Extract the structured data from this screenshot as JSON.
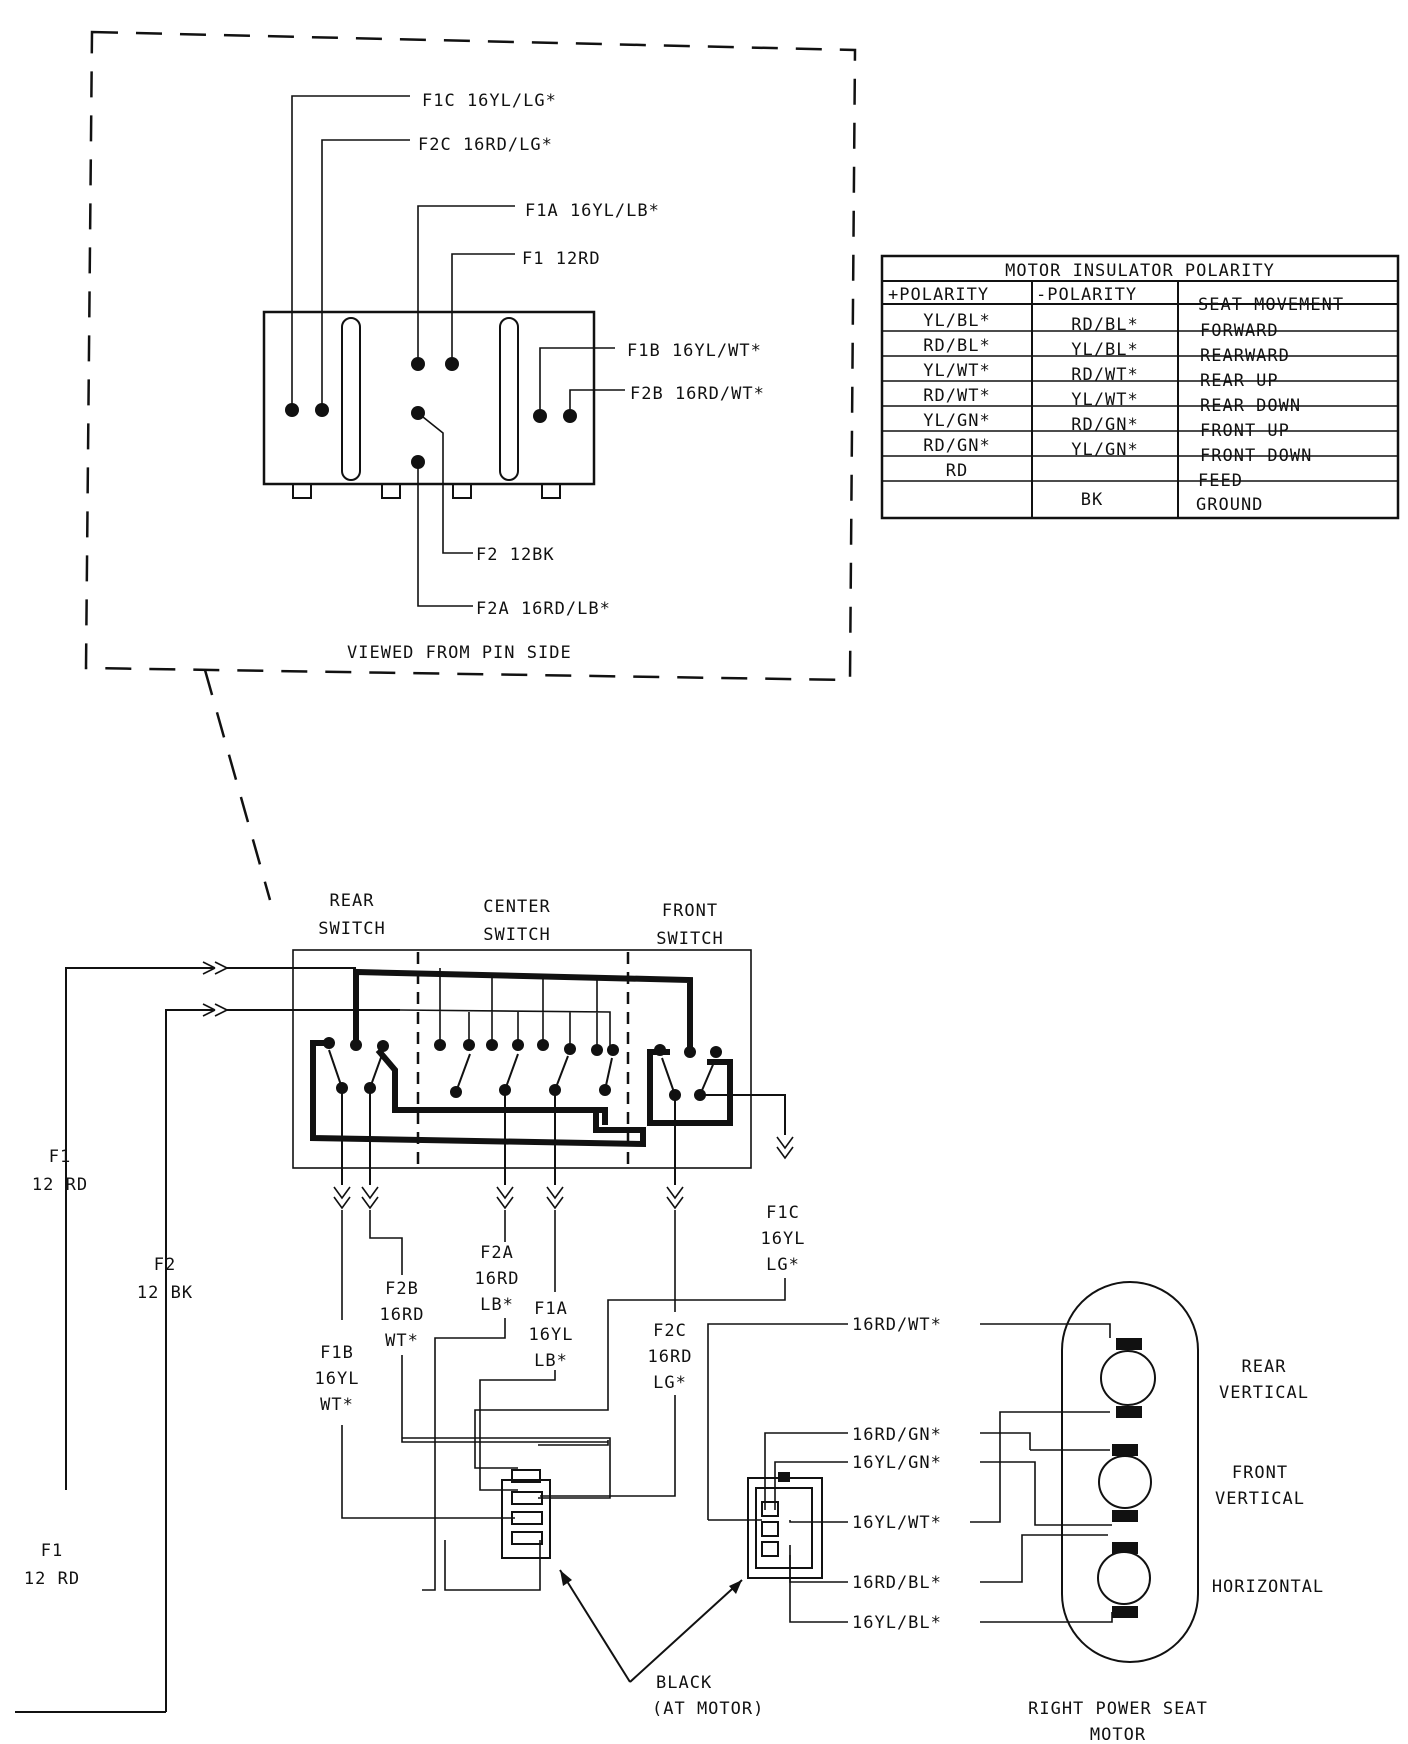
{
  "connector_view": {
    "labels": {
      "f1c": "F1C 16YL/LG*",
      "f2c": "F2C 16RD/LG*",
      "f1a": "F1A 16YL/LB*",
      "f1": "F1 12RD",
      "f1b": "F1B 16YL/WT*",
      "f2b": "F2B 16RD/WT*",
      "f2": "F2 12BK",
      "f2a": "F2A 16RD/LB*"
    },
    "caption": "VIEWED FROM PIN SIDE"
  },
  "polarity_table": {
    "title": "MOTOR INSULATOR POLARITY",
    "headers": [
      "+POLARITY",
      "-POLARITY",
      "SEAT MOVEMENT"
    ],
    "rows": [
      [
        "YL/BL*",
        "RD/BL*",
        "FORWARD"
      ],
      [
        "RD/BL*",
        "YL/BL*",
        "REARWARD"
      ],
      [
        "YL/WT*",
        "RD/WT*",
        "REAR UP"
      ],
      [
        "RD/WT*",
        "YL/WT*",
        "REAR DOWN"
      ],
      [
        "YL/GN*",
        "RD/GN*",
        "FRONT UP"
      ],
      [
        "RD/GN*",
        "YL/GN*",
        "FRONT DOWN"
      ],
      [
        "RD",
        "",
        "FEED"
      ],
      [
        "",
        "BK",
        "GROUND"
      ]
    ]
  },
  "switch": {
    "rear": [
      "REAR",
      "SWITCH"
    ],
    "center": [
      "CENTER",
      "SWITCH"
    ],
    "front": [
      "FRONT",
      "SWITCH"
    ]
  },
  "wires": {
    "f1_top": [
      "F1",
      "12 RD"
    ],
    "f2": [
      "F2",
      "12 BK"
    ],
    "f1_bottom": [
      "F1",
      "12 RD"
    ],
    "f1b": [
      "F1B",
      "16YL",
      "WT*"
    ],
    "f2b": [
      "F2B",
      "16RD",
      "WT*"
    ],
    "f2a": [
      "F2A",
      "16RD",
      "LB*"
    ],
    "f1a": [
      "F1A",
      "16YL",
      "LB*"
    ],
    "f2c": [
      "F2C",
      "16RD",
      "LG*"
    ],
    "f1c": [
      "F1C",
      "16YL",
      "LG*"
    ]
  },
  "motor_wires": {
    "rd_wt": "16RD/WT*",
    "rd_gn": "16RD/GN*",
    "yl_gn": "16YL/GN*",
    "yl_wt": "16YL/WT*",
    "rd_bl": "16RD/BL*",
    "yl_bl": "16YL/BL*"
  },
  "motors": {
    "rear": [
      "REAR",
      "VERTICAL"
    ],
    "front": [
      "FRONT",
      "VERTICAL"
    ],
    "horizontal": "HORIZONTAL"
  },
  "callouts": {
    "black": "BLACK",
    "at_motor": "(AT MOTOR)",
    "assembly": [
      "RIGHT POWER SEAT",
      "MOTOR"
    ]
  }
}
